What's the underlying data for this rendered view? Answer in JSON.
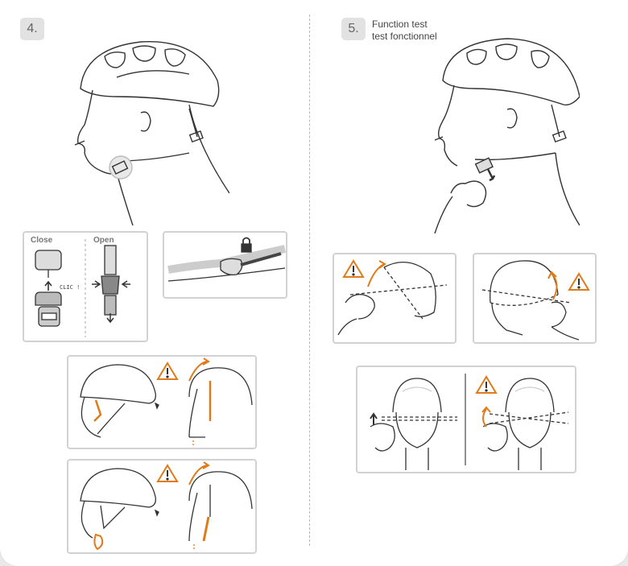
{
  "steps": {
    "step4": {
      "number": "4."
    },
    "step5": {
      "number": "5.",
      "title_en": "Function test",
      "title_fr": "test fonctionnel"
    }
  },
  "buckle": {
    "close_label": "Close",
    "open_label": "Open",
    "clic_label": "CLIC !"
  },
  "colors": {
    "accent": "#e07b1a",
    "line": "#333333",
    "panel_border": "#d2d2d2",
    "badge": "#e2e2e2"
  },
  "icons": [
    "warning-icon",
    "padlock-icon",
    "arrow-icon"
  ]
}
